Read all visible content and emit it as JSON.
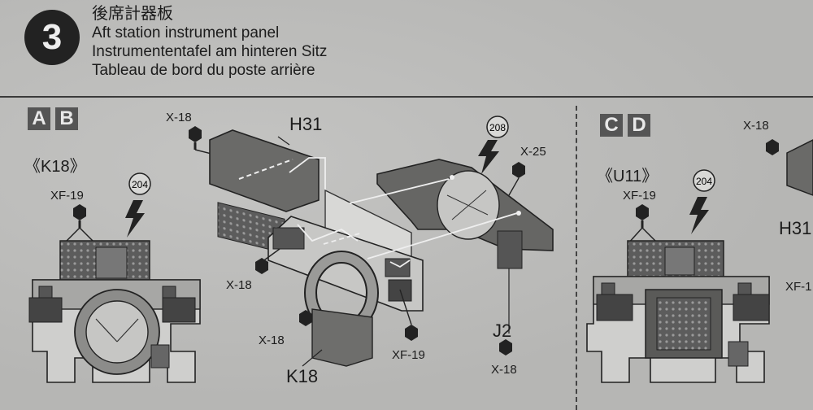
{
  "step": {
    "number": "3"
  },
  "title": {
    "jp": "後席計器板",
    "en": "Aft station instrument panel",
    "de": "Instrumententafel am hinteren Sitz",
    "fr": "Tableau de bord du poste arrière"
  },
  "left": {
    "badges": [
      "A",
      "B"
    ],
    "variant": "《K18》",
    "labels": {
      "xf19": "XF-19",
      "ref": "204"
    }
  },
  "center": {
    "labels": {
      "x18_tl": "X-18",
      "h31": "H31",
      "ref208": "208",
      "x25": "X-25",
      "x18_ml": "X-18",
      "x18_bl": "X-18",
      "k18": "K18",
      "xf19_b": "XF-19",
      "j2": "J2",
      "x18_br": "X-18"
    }
  },
  "right": {
    "badges": [
      "C",
      "D"
    ],
    "variant": "《U11》",
    "labels": {
      "xf19": "XF-19",
      "ref": "204",
      "x18_top": "X-18",
      "h31_cut": "H31",
      "xf_cut": "XF-1"
    }
  }
}
